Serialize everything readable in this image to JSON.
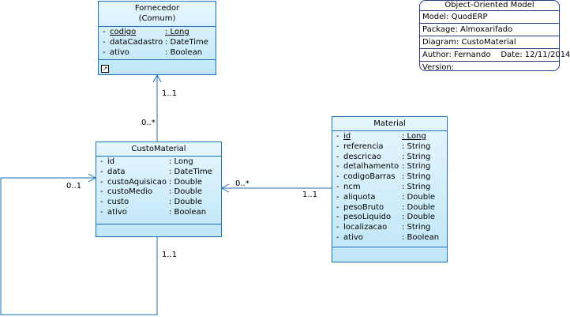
{
  "model": {
    "title": "Object-Oriented Model",
    "model_line": "Model: QuodERP",
    "package_line": "Package: Almoxarifado",
    "diagram_line": "Diagram: CustoMaterial",
    "author_line": "Author: Fernando",
    "date_line": "Date: 12/11/2014",
    "version_line": "Version:"
  },
  "classes": {
    "fornecedor": {
      "name": "Fornecedor",
      "stereo": "(Comum)",
      "attrs": [
        {
          "vis": "-",
          "name": "codigo",
          "type": ": Long",
          "underline": true
        },
        {
          "vis": "-",
          "name": "dataCadastro",
          "type": ": DateTime"
        },
        {
          "vis": "-",
          "name": "ativo",
          "type": ": Boolean"
        }
      ]
    },
    "custoMaterial": {
      "name": "CustoMaterial",
      "attrs": [
        {
          "vis": "-",
          "name": "id",
          "type": ": Long"
        },
        {
          "vis": "-",
          "name": "data",
          "type": ": DateTime"
        },
        {
          "vis": "-",
          "name": "custoAquisicao",
          "type": ": Double"
        },
        {
          "vis": "-",
          "name": "custoMedio",
          "type": ": Double"
        },
        {
          "vis": "-",
          "name": "custo",
          "type": ": Double"
        },
        {
          "vis": "-",
          "name": "ativo",
          "type": ": Boolean"
        }
      ]
    },
    "material": {
      "name": "Material",
      "attrs": [
        {
          "vis": "-",
          "name": "id",
          "type": ": Long",
          "underline": true
        },
        {
          "vis": "-",
          "name": "referencia",
          "type": ": String"
        },
        {
          "vis": "-",
          "name": "descricao",
          "type": ": String"
        },
        {
          "vis": "-",
          "name": "detalhamento",
          "type": ": String"
        },
        {
          "vis": "-",
          "name": "codigoBarras",
          "type": ": String"
        },
        {
          "vis": "-",
          "name": "ncm",
          "type": ": String"
        },
        {
          "vis": "-",
          "name": "aliquota",
          "type": ": Double"
        },
        {
          "vis": "-",
          "name": "pesoBruto",
          "type": ": Double"
        },
        {
          "vis": "-",
          "name": "pesoLiquido",
          "type": ": Double"
        },
        {
          "vis": "-",
          "name": "localizacao",
          "type": ": String"
        },
        {
          "vis": "-",
          "name": "ativo",
          "type": ": Boolean"
        }
      ]
    }
  },
  "multiplicities": {
    "fornecedor_end": "1..1",
    "custo_to_fornecedor": "0..*",
    "custo_to_material": "0..*",
    "material_end": "1..1",
    "self_start": "0..1",
    "self_end": "1..1"
  },
  "colors": {
    "class_border": "#1c6fb8",
    "class_fill_top": "#e6f6fd",
    "class_fill_bottom": "#bfe6f8",
    "model_border": "#2b3a8a"
  }
}
